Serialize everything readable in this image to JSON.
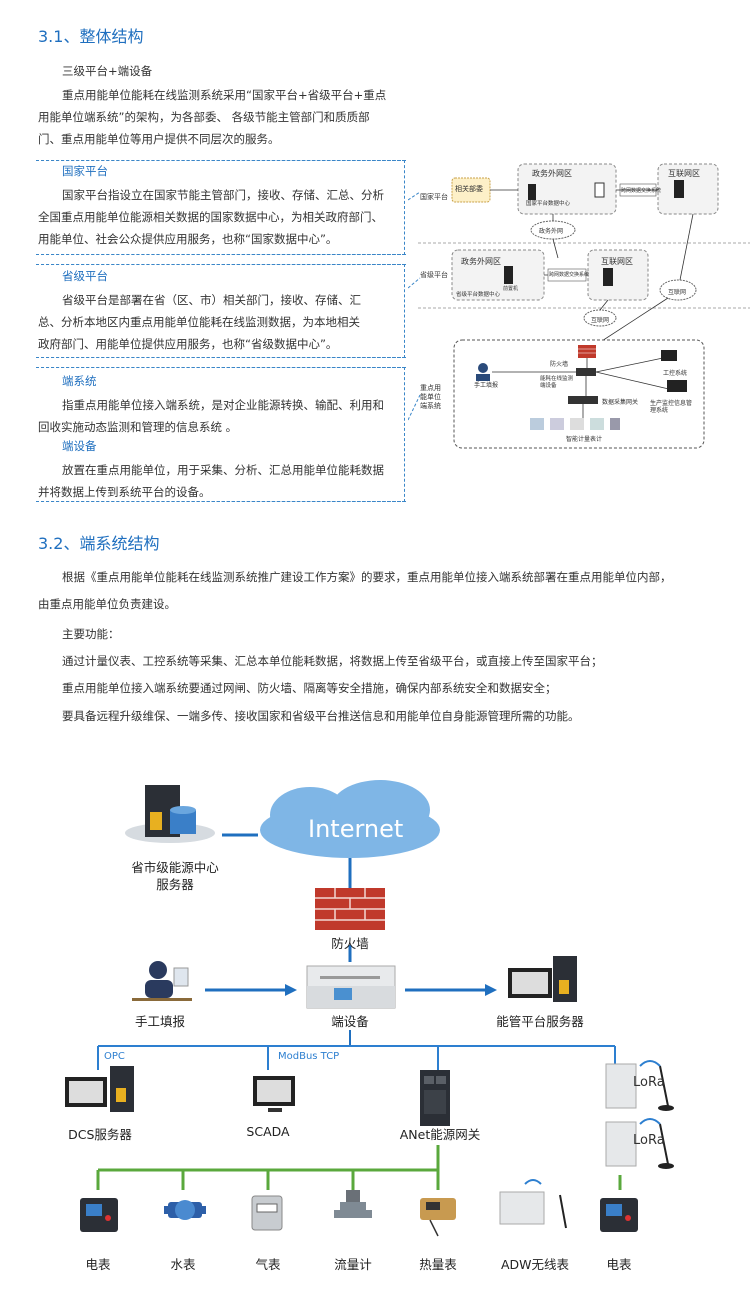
{
  "section1": {
    "title": "3.1、整体结构",
    "intro_heading": "三级平台+端设备",
    "intro_lines": [
      "重点用能单位能耗在线监测系统采用“国家平台+省级平台+重点",
      "用能单位端系统”的架构，为各部委、 各级节能主管部门和质质部",
      "门、重点用能单位等用户提供不同层次的服务。"
    ],
    "national": {
      "title": "国家平台",
      "lines": [
        "国家平台指设立在国家节能主管部门，接收、存储、汇总、分析",
        "全国重点用能单位能源相关数据的国家数据中心，为相关政府部门、",
        "用能单位、社会公众提供应用服务，也称“国家数据中心”。"
      ]
    },
    "provincial": {
      "title": "省级平台",
      "lines": [
        "省级平台是部署在省（区、市）相关部门，接收、存储、汇",
        "总、分析本地区内重点用能单位能耗在线监测数据，为本地相关",
        "政府部门、用能单位提供应用服务，也称“省级数据中心”。"
      ]
    },
    "endsys": {
      "title": "端系统",
      "lines": [
        "指重点用能单位接入端系统，是对企业能源转换、输配、利用和",
        "回收实施动态监测和管理的信息系统 。"
      ]
    },
    "enddev": {
      "title": "端设备",
      "lines": [
        "放置在重点用能单位，用于采集、分析、汇总用能单位能耗数据",
        "并将数据上传到系统平台的设备。"
      ]
    }
  },
  "diagram1": {
    "row_labels": [
      "国家平台",
      "省级平台",
      "重点用能单位端系统"
    ],
    "related_dept": "相关部委",
    "gov_net_zone": "政务外网区",
    "internet_zone": "互联网区",
    "gov_net": "政务外网",
    "internet": "互联网",
    "national_center": "国家平台数据中心",
    "provincial_center": "省级平台数据中心",
    "cross_net": "跨网数据交换系统",
    "pre_machine": "前置机",
    "cross_net2": "跨网数据交换系统",
    "firewall": "防火墙",
    "manual": "手工填报",
    "end_device": "能耗在线监测端设备",
    "industrial": "工控系统",
    "production": "生产监控信息管理系统",
    "gateway": "数据采集网关",
    "meters": "智能计量表计"
  },
  "section2": {
    "title": "3.2、端系统结构",
    "lines": [
      "根据《重点用能单位能耗在线监测系统推广建设工作方案》的要求，重点用能单位接入端系统部署在重点用能单位内部，",
      "由重点用能单位负责建设。",
      "主要功能：",
      "通过计量仪表、工控系统等采集、汇总本单位能耗数据，将数据上传至省级平台，或直接上传至国家平台；",
      "重点用能单位接入端系统要通过网闸、防火墙、隔离等安全措施，确保内部系统安全和数据安全；",
      "要具备远程升级维保、一端多传、接收国家和省级平台推送信息和用能单位自身能源管理所需的功能。"
    ]
  },
  "diagram2": {
    "server_label_1": "省市级能源中心",
    "server_label_2": "服务器",
    "internet": "Internet",
    "firewall": "防火墙",
    "manual": "手工填报",
    "end_device": "端设备",
    "energy_server": "能管平台服务器",
    "opc": "OPC",
    "modbus": "ModBus TCP",
    "dcs": "DCS服务器",
    "scada": "SCADA",
    "anet": "ANet能源网关",
    "lora": "LoRa",
    "meters": [
      "电表",
      "水表",
      "气表",
      "流量计",
      "热量表",
      "ADW无线表",
      "电表"
    ]
  },
  "colors": {
    "accent": "#1f6fbf",
    "bus_blue": "#2d7fd0",
    "bus_green": "#5aa83c",
    "brick": "#c0392b"
  }
}
